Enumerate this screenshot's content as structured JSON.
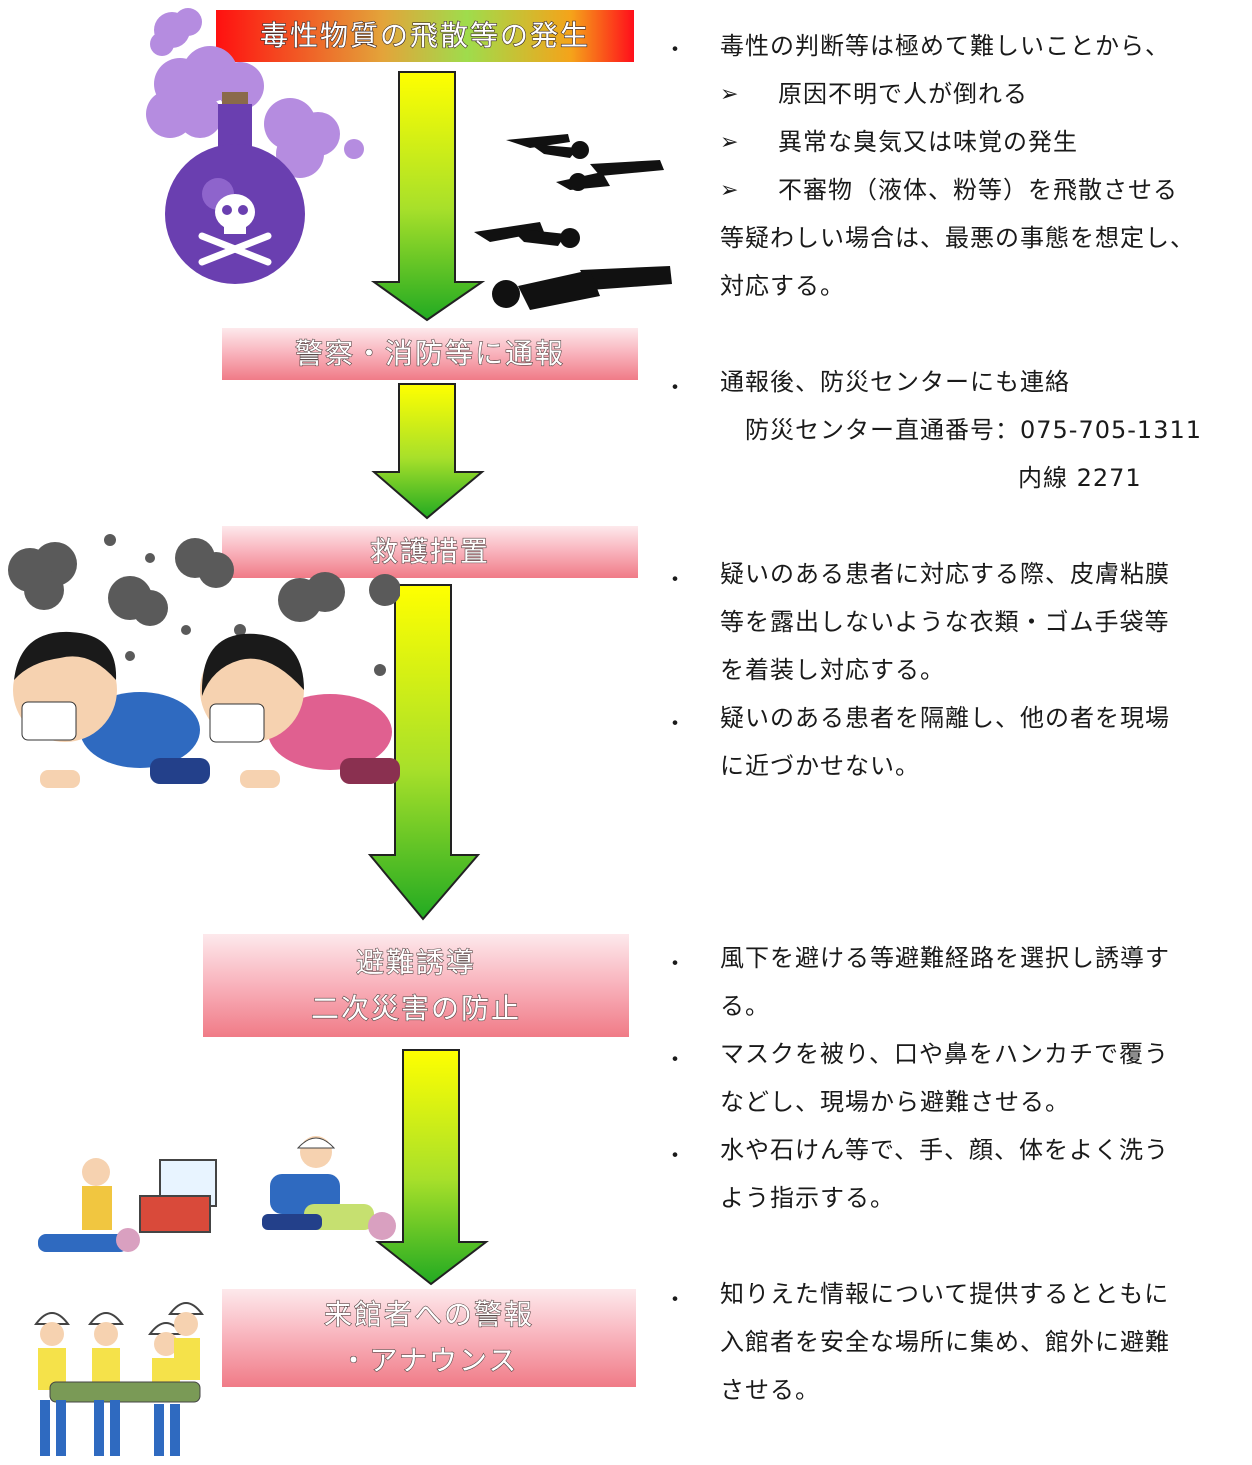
{
  "steps": {
    "s1": "毒性物質の飛散等の発生",
    "s2": "警察・消防等に通報",
    "s3": "救護措置",
    "s4_line1": "避難誘導",
    "s4_line2": "二次災害の防止",
    "s5_line1": "来館者への警報",
    "s5_line2": "・アナウンス"
  },
  "notes": {
    "n1_intro": "毒性の判断等は極めて難しいことから、",
    "n1_items": [
      "原因不明で人が倒れる",
      "異常な臭気又は味覚の発生",
      "不審物（液体、粉等）を飛散させる"
    ],
    "n1_line2": "等疑わしい場合は、最悪の事態を想定し、",
    "n1_line3": "対応する。",
    "n2_line1": "通報後、防災センターにも連絡",
    "n2_line2": "防災センター直通番号：075-705-1311",
    "n2_line3": "内線 2271",
    "n3a_line1": "疑いのある患者に対応する際、皮膚粘膜",
    "n3a_line2": "等を露出しないような衣類・ゴム手袋等",
    "n3a_line3": "を着装し対応する。",
    "n3b_line1": "疑いのある患者を隔離し、他の者を現場",
    "n3b_line2": "に近づかせない。",
    "n4a_line1": "風下を避ける等避難経路を選択し誘導す",
    "n4a_line2": "る。",
    "n4b_line1": "マスクを被り、口や鼻をハンカチで覆う",
    "n4b_line2": "などし、現場から避難させる。",
    "n4c_line1": "水や石けん等で、手、顔、体をよく洗う",
    "n4c_line2": "よう指示する。",
    "n5_line1": "知りえた情報について提供するとともに",
    "n5_line2": "入館者を安全な場所に集め、館外に避難",
    "n5_line3": "させる。"
  },
  "symbols": {
    "bullet": "・",
    "arrow_item": "➢"
  },
  "colors": {
    "arrow_top": "#ffff00",
    "arrow_bottom": "#2bb32b",
    "box_pink": "#f59aa6",
    "smoke_gray": "#5a5a5a",
    "smoke_purple": "#b58ce0"
  },
  "illustrations": [
    "poison-bottle",
    "collapsed-people",
    "smoke-evacuees",
    "rescue-workers",
    "stretcher-team"
  ]
}
